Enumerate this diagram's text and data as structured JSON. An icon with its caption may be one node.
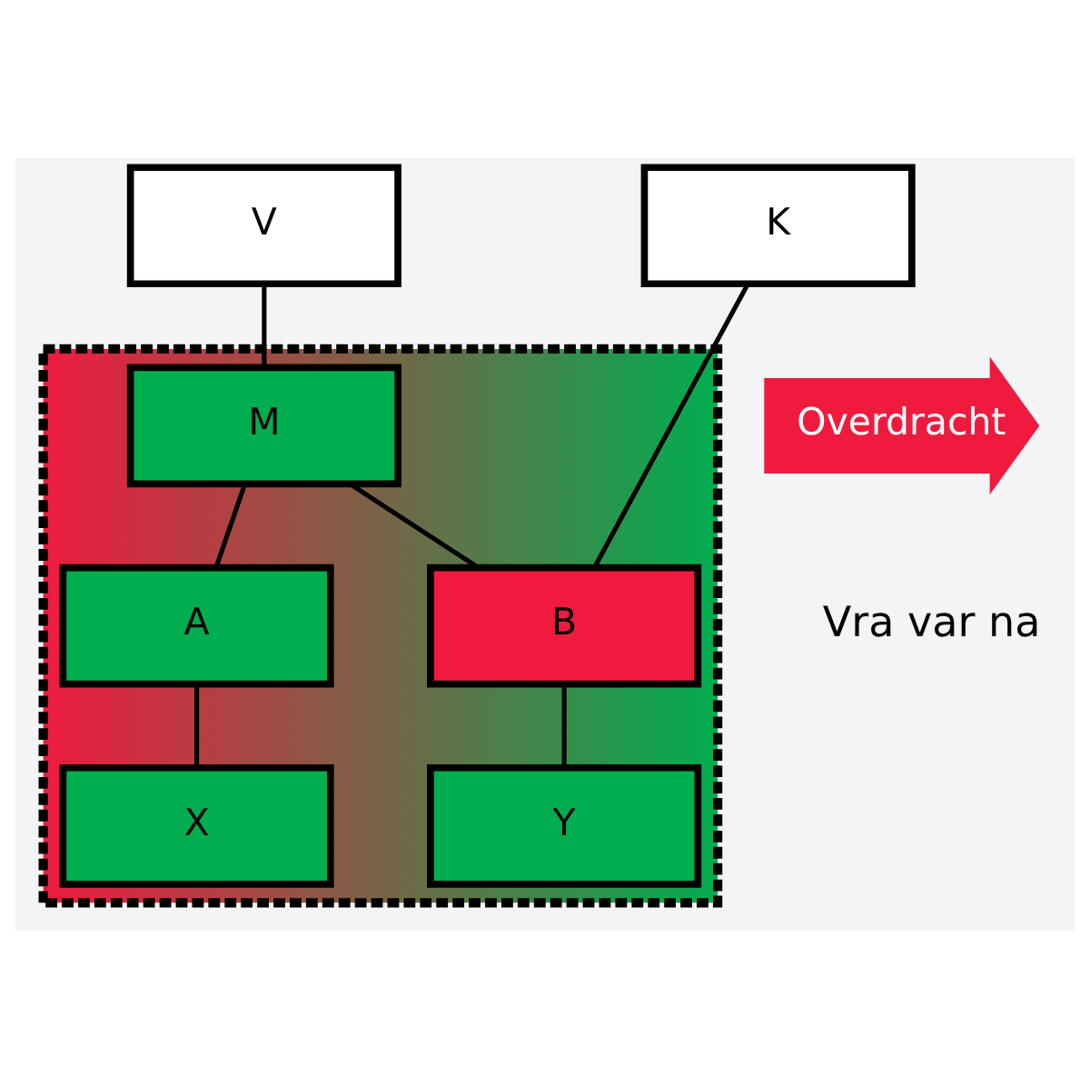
{
  "diagram": {
    "nodes": [
      {
        "text": [
          "V"
        ]
      },
      {
        "text": [
          "K"
        ]
      },
      {
        "text": [],
        "shape": "box"
      },
      {
        "text": [
          "M"
        ],
        "in": 2
      },
      {
        "text": [
          "Overdracht"
        ]
      },
      {
        "text": [
          "A"
        ],
        "in": 2
      },
      {
        "text": [
          "B"
        ],
        "in": 2
      },
      {
        "text": [
          "X"
        ],
        "in": 2
      },
      {
        "text": [
          "Y"
        ],
        "in": 2
      }
    ],
    "edges": [
      {
        "from": 0,
        "to": 3,
        "arrow": "none"
      },
      {
        "from": 1,
        "to": 6,
        "arrow": "none"
      },
      {
        "from": 3,
        "to": 5,
        "arrow": "none"
      },
      {
        "from": 3,
        "to": 6,
        "arrow": "none"
      },
      {
        "from": 5,
        "to": 7,
        "arrow": "none"
      },
      {
        "from": 6,
        "to": 8,
        "arrow": "none"
      }
    ],
    "labels": [
      "Vra var na"
    ]
  }
}
